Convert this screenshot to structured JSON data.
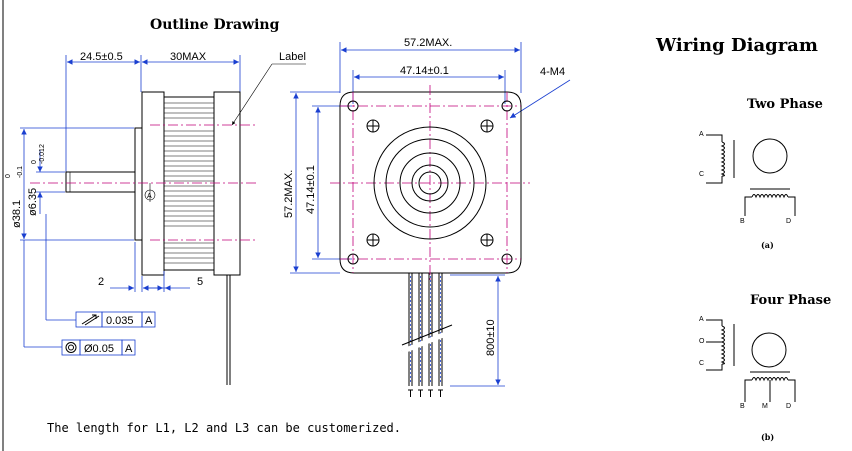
{
  "outline": {
    "title": "Outline Drawing",
    "label_tag": "Label",
    "dims": {
      "shaft_len": "24.5±0.5",
      "body_len": "30MAX",
      "width_max": "57.2MAX.",
      "hole_pitch": "47.14±0.1",
      "holes": "4-M4",
      "height_max": "57.2MAX.",
      "hole_pitch_v": "47.14±0.1",
      "boss_dia": "ø38.1",
      "boss_tol_top": "0",
      "boss_tol_bot": "-0.1",
      "shaft_dia": "ø6.35",
      "shaft_tol_top": "0",
      "shaft_tol_bot": "-0.012",
      "step_a": "2",
      "step_b": "5",
      "lead_len": "800±10",
      "datum": "A"
    },
    "tolerance_1": {
      "value": "0.035",
      "datum": "A"
    },
    "tolerance_2": {
      "value": "Ø0.05",
      "datum": "A"
    },
    "note": "The length for L1, L2 and L3 can be customerized."
  },
  "wiring": {
    "title": "Wiring Diagram",
    "two_phase": {
      "title": "Two Phase",
      "terminals": [
        "A",
        "C",
        "B",
        "D"
      ],
      "caption": "(a)"
    },
    "four_phase": {
      "title": "Four Phase",
      "terminals": [
        "A",
        "O",
        "C",
        "B",
        "M",
        "D"
      ],
      "caption": "(b)"
    }
  }
}
